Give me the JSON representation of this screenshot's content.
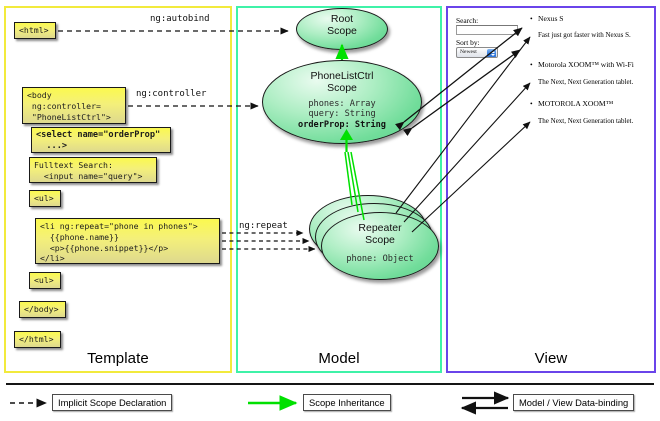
{
  "columns": [
    {
      "key": "template",
      "label": "Template",
      "border_color": "#f2ea3c"
    },
    {
      "key": "model",
      "label": "Model",
      "border_color": "#3ff2a8"
    },
    {
      "key": "view",
      "label": "View",
      "border_color": "#6a44ea"
    }
  ],
  "template": {
    "boxes": [
      {
        "name": "html-open",
        "text": "<html>",
        "bold": false
      },
      {
        "name": "body-open",
        "text": "<body\n ng:controller=\n \"PhoneListCtrl\">",
        "bold": false
      },
      {
        "name": "select-orderprop",
        "text": "<select name=\"orderProp\"\n  ...>",
        "bold": true
      },
      {
        "name": "fulltext-search",
        "text": "Fulltext Search:\n  <input name=\"query\">",
        "bold": false
      },
      {
        "name": "ul-open",
        "text": "<ul>",
        "bold": false
      },
      {
        "name": "li-ngrepeat",
        "text": "<li ng:repeat=\"phone in phones\">\n  {{phone.name}}\n  <p>{{phone.snippet}}</p>\n</li>",
        "bold": false
      },
      {
        "name": "ul-close",
        "text": "<ul>",
        "bold": false
      },
      {
        "name": "body-close",
        "text": "</body>",
        "bold": false
      },
      {
        "name": "html-close",
        "text": "</html>",
        "bold": false
      }
    ]
  },
  "connectors": {
    "autobind": "ng:autobind",
    "controller": "ng:controller",
    "repeat": "ng:repeat"
  },
  "model": {
    "root_scope": {
      "title_line1": "Root",
      "title_line2": "Scope",
      "props": []
    },
    "phonelist_scope": {
      "title_line1": "PhoneListCtrl",
      "title_line2": "Scope",
      "props": [
        {
          "text": "phones: Array",
          "bold": false
        },
        {
          "text": "query: String",
          "bold": false
        },
        {
          "text": "orderProp: String",
          "bold": true
        }
      ]
    },
    "repeater_scope": {
      "title_line1": "Repeater",
      "title_line2": "Scope",
      "props": [
        {
          "text": "phone: Object",
          "bold": false
        }
      ],
      "stack_count": 3
    }
  },
  "view": {
    "search_label": "Search:",
    "search_value": "",
    "sort_label": "Sort by:",
    "sort_selected": "Newest",
    "phones": [
      {
        "title": "Nexus S",
        "desc": "Fast just got faster with Nexus S."
      },
      {
        "title": "Motorola XOOM™ with Wi-Fi",
        "desc": "The Next, Next Generation tablet."
      },
      {
        "title": "MOTOROLA XOOM™",
        "desc": "The Next, Next Generation tablet."
      }
    ]
  },
  "legend": [
    {
      "name": "implicit-scope-declaration",
      "label": "Implicit Scope Declaration",
      "arrow": "dashed-black"
    },
    {
      "name": "scope-inheritance",
      "label": "Scope Inheritance",
      "arrow": "solid-green"
    },
    {
      "name": "model-view-data-binding",
      "label": "Model / View Data-binding",
      "arrow": "double-black"
    }
  ],
  "colors": {
    "template_border": "#f2ea3c",
    "model_border": "#3ff2a8",
    "view_border": "#6a44ea",
    "inheritance_arrow": "#00e000",
    "code_box_fill": "#fbf94f",
    "scope_fill": "#72dd9b"
  }
}
